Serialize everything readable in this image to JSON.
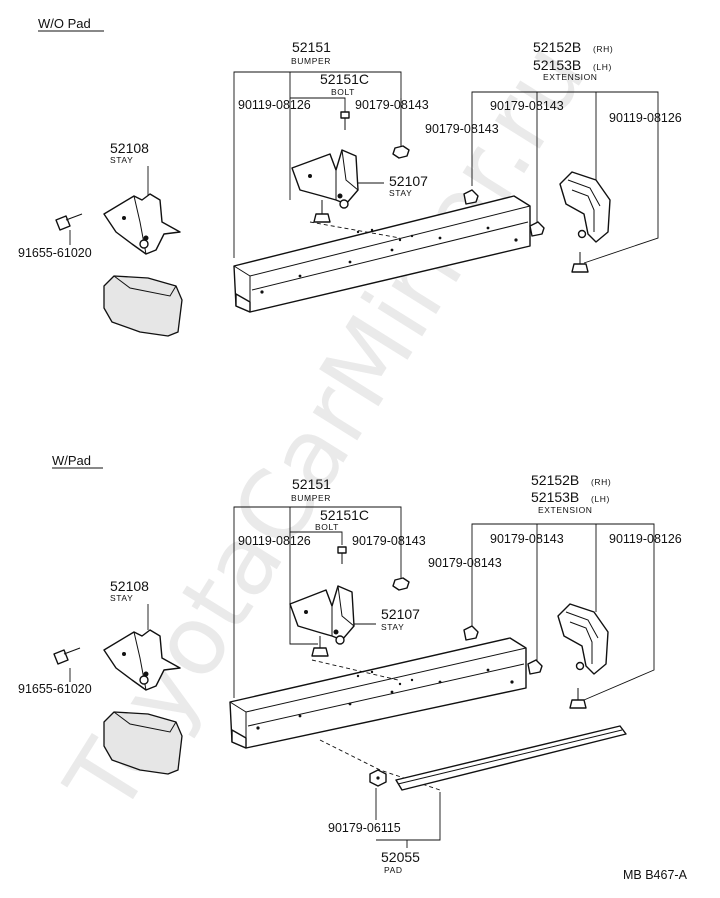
{
  "watermark": "ToyotaCarMirror.ru",
  "figure_code": "MB B467-A",
  "sections": {
    "wo_pad": {
      "heading": "W/O Pad",
      "bumper_no": "52151",
      "bumper_name": "BUMPER",
      "bolt_no": "52151C",
      "bolt_name": "BOLT",
      "bolt_a": "90119-08126",
      "nut_a": "90179-08143",
      "stay_r_no": "52107",
      "stay_r_name": "STAY",
      "ext_rh_no": "52152B",
      "ext_rh_suffix": "(RH)",
      "ext_lh_no": "52153B",
      "ext_lh_suffix": "(LH)",
      "ext_name": "EXTENSION",
      "ext_nut_1": "90179-08143",
      "ext_nut_2": "90179-08143",
      "ext_bolt": "90119-08126",
      "stay_l_no": "52108",
      "stay_l_name": "STAY",
      "stay_bolt": "91655-61020"
    },
    "w_pad": {
      "heading": "W/Pad",
      "bumper_no": "52151",
      "bumper_name": "BUMPER",
      "bolt_no": "52151C",
      "bolt_name": "BOLT",
      "bolt_a": "90119-08126",
      "nut_a": "90179-08143",
      "stay_r_no": "52107",
      "stay_r_name": "STAY",
      "ext_rh_no": "52152B",
      "ext_rh_suffix": "(RH)",
      "ext_lh_no": "52153B",
      "ext_lh_suffix": "(LH)",
      "ext_name": "EXTENSION",
      "ext_nut_1": "90179-08143",
      "ext_nut_2": "90179-08143",
      "ext_bolt": "90119-08126",
      "stay_l_no": "52108",
      "stay_l_name": "STAY",
      "stay_bolt": "91655-61020",
      "pad_nut": "90179-06115",
      "pad_no": "52055",
      "pad_name": "PAD"
    }
  }
}
